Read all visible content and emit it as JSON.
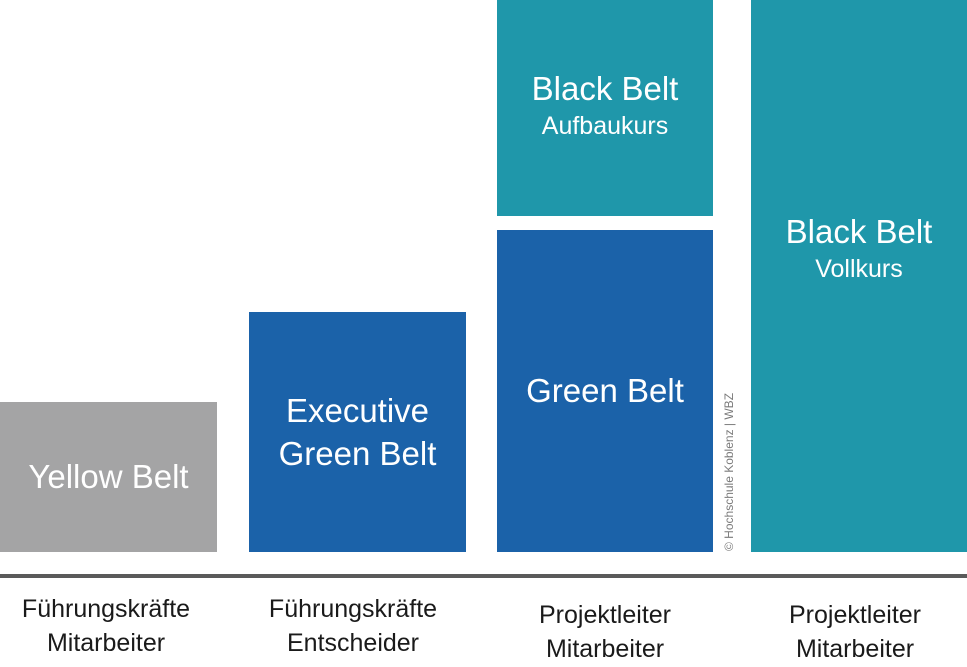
{
  "colors": {
    "yellow_belt": "#a4a4a5",
    "green_belt": "#1b62a9",
    "black_belt": "#1f97aa",
    "baseline": "#5a5a5a",
    "label_text": "#1a1a1a"
  },
  "blocks": [
    {
      "id": "yellow",
      "title": "Yellow Belt",
      "subtitle": ""
    },
    {
      "id": "executive",
      "title_line1": "Executive",
      "title_line2": "Green Belt"
    },
    {
      "id": "green",
      "title": "Green Belt"
    },
    {
      "id": "bb_aufbau",
      "title": "Black Belt",
      "subtitle": "Aufbaukurs"
    },
    {
      "id": "bb_voll",
      "title": "Black Belt",
      "subtitle": "Vollkurs"
    }
  ],
  "columns": [
    {
      "line1": "Führungskräfte",
      "line2": "Mitarbeiter"
    },
    {
      "line1": "Führungskräfte",
      "line2": "Entscheider"
    },
    {
      "line1": "Projektleiter",
      "line2": "Mitarbeiter"
    },
    {
      "line1": "Projektleiter",
      "line2": "Mitarbeiter"
    }
  ],
  "copyright": "© Hochschule Koblenz | WBZ"
}
